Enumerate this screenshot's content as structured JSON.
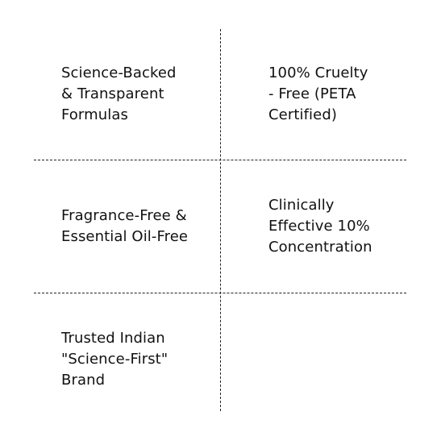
{
  "features": [
    {
      "text": "Science-Backed\n& Transparent\nFormulas"
    },
    {
      "text": "100% Cruelty\n- Free (PETA\nCertified)"
    },
    {
      "text": "Fragrance-Free &\nEssential Oil-Free"
    },
    {
      "text": "Clinically\nEffective 10%\nConcentration"
    },
    {
      "text": "Trusted Indian\n\"Science-First\"\nBrand"
    }
  ]
}
